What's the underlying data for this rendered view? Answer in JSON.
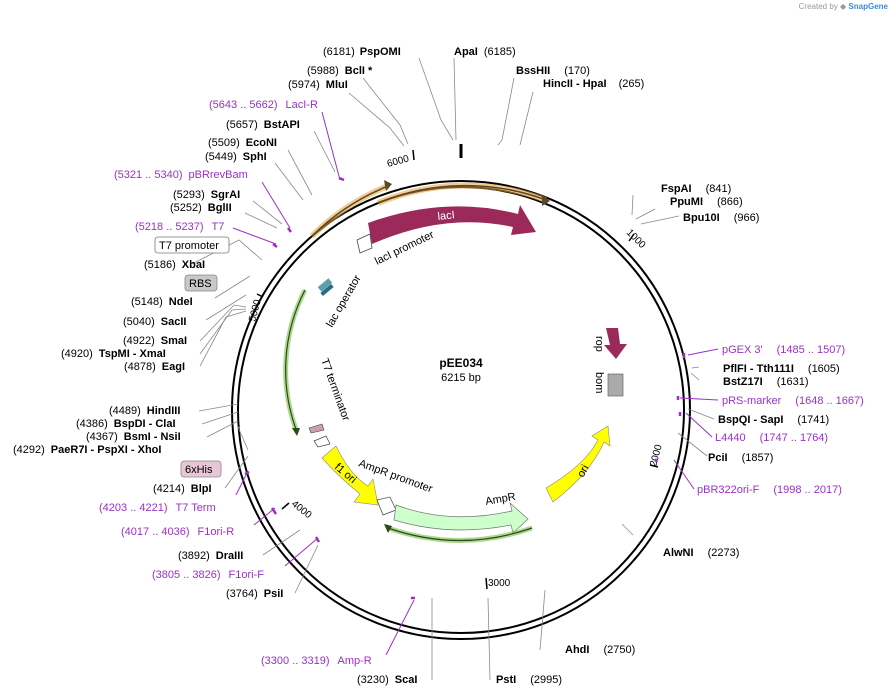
{
  "credit": {
    "prefix": "Created by",
    "brand": "SnapGene"
  },
  "plasmid": {
    "name": "pEE034",
    "length_label": "6215 bp"
  },
  "ticks": [
    "1000",
    "2000",
    "3000",
    "4000",
    "5000",
    "6000"
  ],
  "features": {
    "lacI": "lacI",
    "lacI_promoter": "lacI promoter",
    "lac_operator": "lac operator",
    "T7_terminator": "T7 terminator",
    "f1_ori": "f1 ori",
    "AmpR_promoter": "AmpR promoter",
    "AmpR": "AmpR",
    "ori": "ori",
    "rop": "rop",
    "bom": "bom"
  },
  "boxed_labels": {
    "t7_promoter": "T7 promoter",
    "rbs": "RBS",
    "his": "6xHis"
  },
  "enzymes": [
    {
      "id": "psp",
      "pos": "(6181)",
      "name": "PspOMI"
    },
    {
      "id": "apa",
      "name": "ApaI",
      "pos": "(6185)"
    },
    {
      "id": "bcl",
      "pos": "(5988)",
      "name": "BclI *"
    },
    {
      "id": "mlu",
      "pos": "(5974)",
      "name": "MluI"
    },
    {
      "id": "bss",
      "name": "BssHII",
      "pos": "(170)"
    },
    {
      "id": "hinc",
      "name": "HincII  -  HpaI",
      "pos": "(265)"
    },
    {
      "id": "bstapi",
      "pos": "(5657)",
      "name": "BstAPI"
    },
    {
      "id": "eco",
      "pos": "(5509)",
      "name": "EcoNI"
    },
    {
      "id": "sph",
      "pos": "(5449)",
      "name": "SphI"
    },
    {
      "id": "fsp",
      "name": "FspAI",
      "pos": "(841)"
    },
    {
      "id": "ppu",
      "name": "PpuMI",
      "pos": "(866)"
    },
    {
      "id": "bpu",
      "name": "Bpu10I",
      "pos": "(966)"
    },
    {
      "id": "sgr",
      "pos": "(5293)",
      "name": "SgrAI"
    },
    {
      "id": "bgl",
      "pos": "(5252)",
      "name": "BglII"
    },
    {
      "id": "xba",
      "pos": "(5186)",
      "name": "XbaI"
    },
    {
      "id": "nde",
      "pos": "(5148)",
      "name": "NdeI"
    },
    {
      "id": "sac",
      "pos": "(5040)",
      "name": "SacII"
    },
    {
      "id": "sma",
      "pos": "(4922)",
      "name": "SmaI"
    },
    {
      "id": "tsp",
      "pos": "(4920)",
      "name": "TspMI  -  XmaI"
    },
    {
      "id": "eag",
      "pos": "(4878)",
      "name": "EagI"
    },
    {
      "id": "pfl",
      "name": "PflFI  -  Tth111I",
      "pos": "(1605)"
    },
    {
      "id": "bstz",
      "name": "BstZ17I",
      "pos": "(1631)"
    },
    {
      "id": "bspq",
      "name": "BspQI  -  SapI",
      "pos": "(1741)"
    },
    {
      "id": "pci",
      "name": "PciI",
      "pos": "(1857)"
    },
    {
      "id": "hind",
      "pos": "(4489)",
      "name": "HindIII"
    },
    {
      "id": "bspd",
      "pos": "(4386)",
      "name": "BspDI  -  ClaI"
    },
    {
      "id": "bsm",
      "pos": "(4367)",
      "name": "BsmI  -  NsiI"
    },
    {
      "id": "pae",
      "pos": "(4292)",
      "name": "PaeR7I  -  PspXI  -  XhoI"
    },
    {
      "id": "blp",
      "pos": "(4214)",
      "name": "BlpI"
    },
    {
      "id": "alw",
      "name": "AlwNI",
      "pos": "(2273)"
    },
    {
      "id": "dra",
      "pos": "(3892)",
      "name": "DraIII"
    },
    {
      "id": "psi",
      "pos": "(3764)",
      "name": "PsiI"
    },
    {
      "id": "ahd",
      "name": "AhdI",
      "pos": "(2750)"
    },
    {
      "id": "sca",
      "pos": "(3230)",
      "name": "ScaI"
    },
    {
      "id": "pst",
      "name": "PstI",
      "pos": "(2995)"
    }
  ],
  "primers": [
    {
      "id": "lacr",
      "pos": "(5643 .. 5662)",
      "name": "LacI-R"
    },
    {
      "id": "pbrrev",
      "pos": "(5321 .. 5340)",
      "name": "pBRrevBam"
    },
    {
      "id": "t7",
      "pos": "(5218 .. 5237)",
      "name": "T7"
    },
    {
      "id": "pgex",
      "name": "pGEX 3'",
      "pos": "(1485 .. 1507)"
    },
    {
      "id": "prs",
      "name": "pRS-marker",
      "pos": "(1648 .. 1667)"
    },
    {
      "id": "l4440",
      "name": "L4440",
      "pos": "(1747 .. 1764)"
    },
    {
      "id": "pbr322",
      "name": "pBR322ori-F",
      "pos": "(1998 .. 2017)"
    },
    {
      "id": "t7term",
      "pos": "(4203 .. 4221)",
      "name": "T7 Term"
    },
    {
      "id": "f1r",
      "pos": "(4017 .. 4036)",
      "name": "F1ori-R"
    },
    {
      "id": "f1f",
      "pos": "(3805 .. 3826)",
      "name": "F1ori-F"
    },
    {
      "id": "ampr",
      "pos": "(3300 .. 3319)",
      "name": "Amp-R"
    }
  ],
  "colors": {
    "lacI": "#9b2a5a",
    "orange_arrow": "#e8a33a",
    "green_arrow": "#76c043",
    "ampr": "#ccffcc",
    "yellow": "#ffff00",
    "primer": "#9b30c8",
    "backbone": "#000000"
  }
}
